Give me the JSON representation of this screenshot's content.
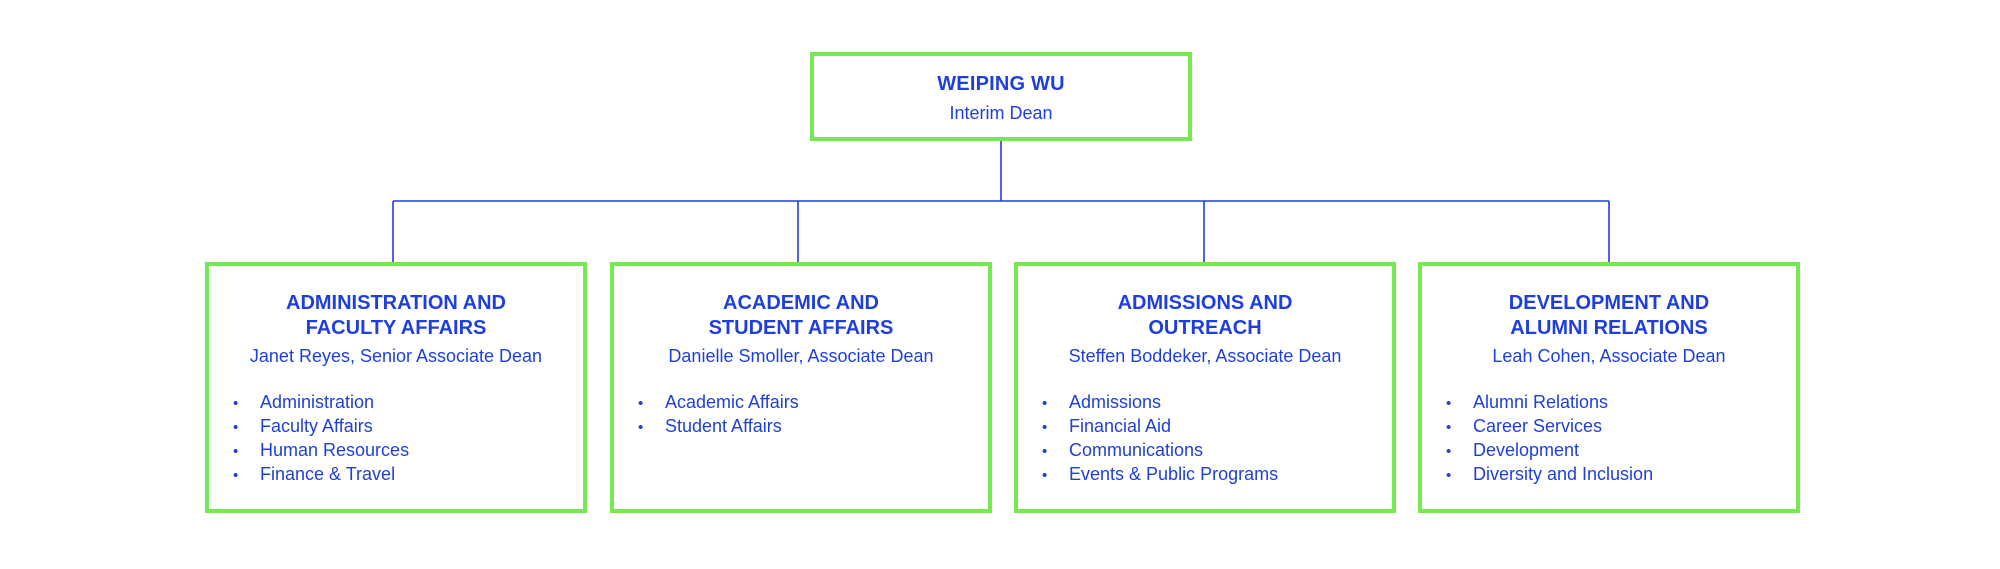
{
  "colors": {
    "text": "#1f3fdc",
    "box_border": "#74ea4f",
    "connector": "#1f3fdc",
    "background": "#ffffff"
  },
  "top": {
    "name": "WEIPING WU",
    "title": "Interim Dean"
  },
  "bullet_glyph": "•",
  "departments": [
    {
      "title": "ADMINISTRATION AND\nFACULTY AFFAIRS",
      "lead": "Janet Reyes, Senior Associate Dean",
      "items": [
        "Administration",
        "Faculty Affairs",
        "Human Resources",
        "Finance & Travel"
      ]
    },
    {
      "title": "ACADEMIC AND\nSTUDENT AFFAIRS",
      "lead": "Danielle Smoller, Associate Dean",
      "items": [
        "Academic Affairs",
        "Student Affairs"
      ]
    },
    {
      "title": "ADMISSIONS AND\nOUTREACH",
      "lead": "Steffen Boddeker, Associate Dean",
      "items": [
        "Admissions",
        "Financial Aid",
        "Communications",
        "Events & Public Programs"
      ]
    },
    {
      "title": "DEVELOPMENT AND\nALUMNI RELATIONS",
      "lead": "Leah Cohen, Associate Dean",
      "items": [
        "Alumni Relations",
        "Career Services",
        "Development",
        "Diversity and Inclusion"
      ]
    }
  ]
}
